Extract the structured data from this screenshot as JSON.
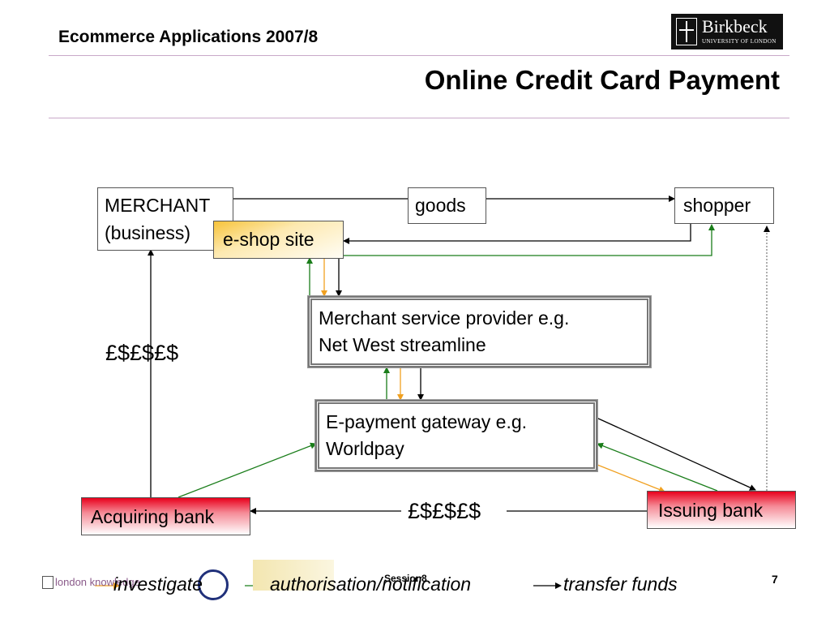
{
  "header": {
    "course": "Ecommerce Applications 2007/8",
    "title": "Online Credit Card Payment",
    "logo": {
      "name": "Birkbeck",
      "sub": "UNIVERSITY OF LONDON"
    }
  },
  "diagram": {
    "merchant": "MERCHANT",
    "merchant_sub": "(business)",
    "eshop": "e-shop site",
    "goods": "goods",
    "shopper": "shopper",
    "msp_line1": "Merchant service provider e.g.",
    "msp_line2": "Net West streamline",
    "gateway_line1": "E-payment gateway e.g.",
    "gateway_line2": "Worldpay",
    "acquiring": "Acquiring bank",
    "issuing": "Issuing bank",
    "money_left": "£$£$£$",
    "money_bottom": "£$£$£$"
  },
  "legend": {
    "investigate": "investigate",
    "authorisation": "authorisation/notification",
    "transfer": "transfer funds"
  },
  "footer": {
    "session": "Session8",
    "page": "7",
    "partner_text": "london knowledge"
  },
  "colors": {
    "green": "#1a7d1a",
    "orange": "#f0a020",
    "black": "#000000",
    "rule": "#c9a9c9"
  }
}
